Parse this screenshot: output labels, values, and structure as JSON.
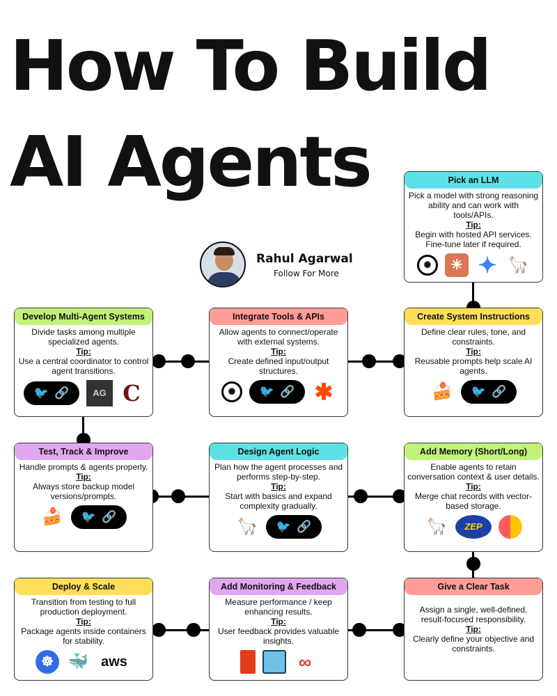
{
  "title": {
    "line1": "How To Build",
    "line2": "AI Agents"
  },
  "author": {
    "name": "Rahul Agarwal",
    "cta": "Follow For More"
  },
  "tip_label": "Tip:",
  "steps": [
    {
      "title": "Pick an LLM",
      "color": "#5ce1e6",
      "desc": "Pick a model with strong reasoning ability and can work with tools/APIs.",
      "tip": "Begin with hosted API services. Fine-tune later if required.",
      "icons": [
        "openai-icon",
        "claude-icon",
        "gemini-icon",
        "llama-icon"
      ]
    },
    {
      "title": "Create System Instructions",
      "color": "#ffde59",
      "desc": "Define clear rules, tone, and constraints.",
      "tip": "Reusable prompts help scale AI agents.",
      "icons": [
        "promptlayer-cake-icon",
        "langchain-icon"
      ]
    },
    {
      "title": "Integrate Tools & APIs",
      "color": "#ff9d96",
      "desc": "Allow agents to connect/operate with external systems.",
      "tip": "Create defined input/output structures.",
      "icons": [
        "openai-icon",
        "langchain-icon",
        "zapier-icon"
      ]
    },
    {
      "title": "Develop Multi-Agent Systems",
      "color": "#c1f27a",
      "desc": "Divide tasks among multiple specialized agents.",
      "tip": "Use a central coordinator to control agent transitions.",
      "icons": [
        "langchain-icon",
        "autogen-icon",
        "crewai-icon"
      ],
      "icon_text": {
        "autogen": "AG"
      }
    },
    {
      "title": "Test, Track & Improve",
      "color": "#e2a6f0",
      "desc": "Handle prompts & agents properly.",
      "tip": "Always store backup model versions/prompts.",
      "icons": [
        "promptlayer-cake-icon",
        "langchain-icon"
      ]
    },
    {
      "title": "Design Agent Logic",
      "color": "#5ce1e6",
      "desc": "Plan how the agent processes and performs step-by-step.",
      "tip": "Start with basics and expand complexity gradually.",
      "icons": [
        "llama-icon",
        "langchain-icon"
      ]
    },
    {
      "title": "Add Memory (Short/Long)",
      "color": "#c1f27a",
      "desc": "Enable agents to retain conversation context & user details.",
      "tip": "Merge chat records with vector-based storage.",
      "icons": [
        "letta-llama-icon",
        "zep-icon",
        "mem-icon"
      ],
      "icon_text": {
        "zep": "ZEP"
      }
    },
    {
      "title": "Give a Clear Task",
      "color": "#ff9d96",
      "desc": "Assign a single, well-defined, result-focused responsibility.",
      "tip": "Clearly define your objective and constraints.",
      "icons": []
    },
    {
      "title": "Add Monitoring & Feedback",
      "color": "#e2a6f0",
      "desc": "Measure performance / keep enhancing results.",
      "tip": "User feedback provides valuable insights.",
      "icons": [
        "pipe-icon",
        "cube-icon",
        "knot-icon"
      ]
    },
    {
      "title": "Deploy & Scale",
      "color": "#ffde59",
      "desc": "Transition from testing to full production deployment.",
      "tip": "Package agents inside containers for stability.",
      "icons": [
        "kubernetes-icon",
        "docker-icon",
        "aws-icon"
      ],
      "icon_text": {
        "aws": "aws"
      }
    }
  ]
}
